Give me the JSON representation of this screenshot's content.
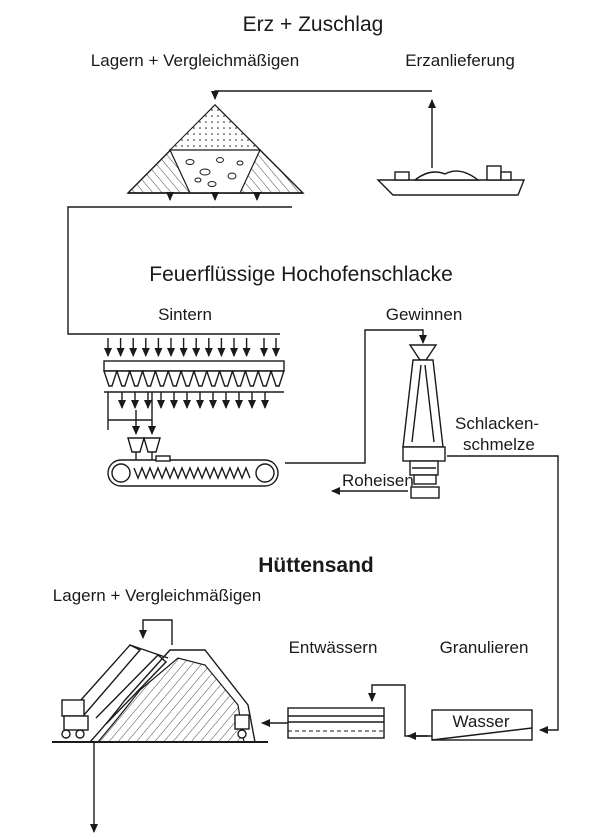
{
  "sections": {
    "ore": {
      "title": "Erz + Zuschlag",
      "store_label": "Lagern + Vergleichmäßigen",
      "delivery_label": "Erzanlieferung"
    },
    "slag": {
      "title": "Feuerflüssige Hochofenschlacke",
      "sinter_label": "Sintern",
      "win_label": "Gewinnen",
      "melt_label_1": "Schlacken-",
      "melt_label_2": "schmelze",
      "iron_label": "Roheisen"
    },
    "sand": {
      "title": "Hüttensand",
      "store_label": "Lagern + Vergleichmäßigen",
      "dewater_label": "Entwässern",
      "granulate_label": "Granulieren",
      "water_label": "Wasser"
    }
  },
  "colors": {
    "line": "#1a1a1a",
    "background": "#ffffff"
  }
}
